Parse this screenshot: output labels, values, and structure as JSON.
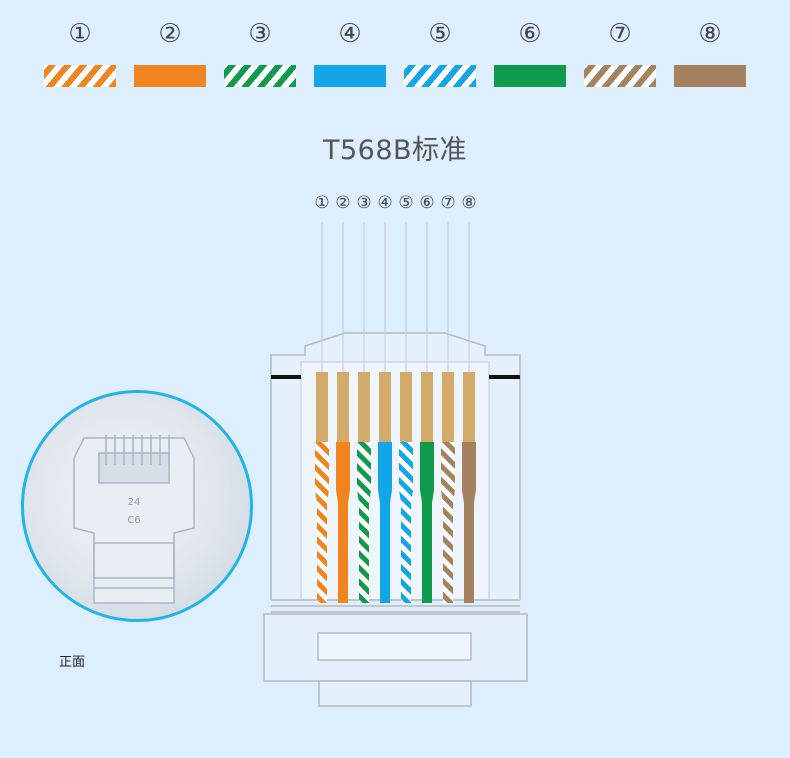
{
  "legend": [
    {
      "num": "①",
      "color": "#f0841e",
      "striped": true
    },
    {
      "num": "②",
      "color": "#f0841e",
      "striped": false
    },
    {
      "num": "③",
      "color": "#0f9a4c",
      "striped": true
    },
    {
      "num": "④",
      "color": "#12a5e8",
      "striped": false
    },
    {
      "num": "⑤",
      "color": "#12a5e8",
      "striped": true
    },
    {
      "num": "⑥",
      "color": "#0f9a4c",
      "striped": false
    },
    {
      "num": "⑦",
      "color": "#a5825f",
      "striped": true
    },
    {
      "num": "⑧",
      "color": "#a5825f",
      "striped": false
    }
  ],
  "title": "T568B标准",
  "pin_numbers": [
    "①",
    "②",
    "③",
    "④",
    "⑤",
    "⑥",
    "⑦",
    "⑧"
  ],
  "photo": {
    "text1": "24",
    "text2": "C6"
  },
  "caption": "正面",
  "colors": {
    "background": "#ddeefe",
    "contact": "#d2aa6a",
    "photo_border": "#22b4e6",
    "outline": "#b9b9b9"
  }
}
